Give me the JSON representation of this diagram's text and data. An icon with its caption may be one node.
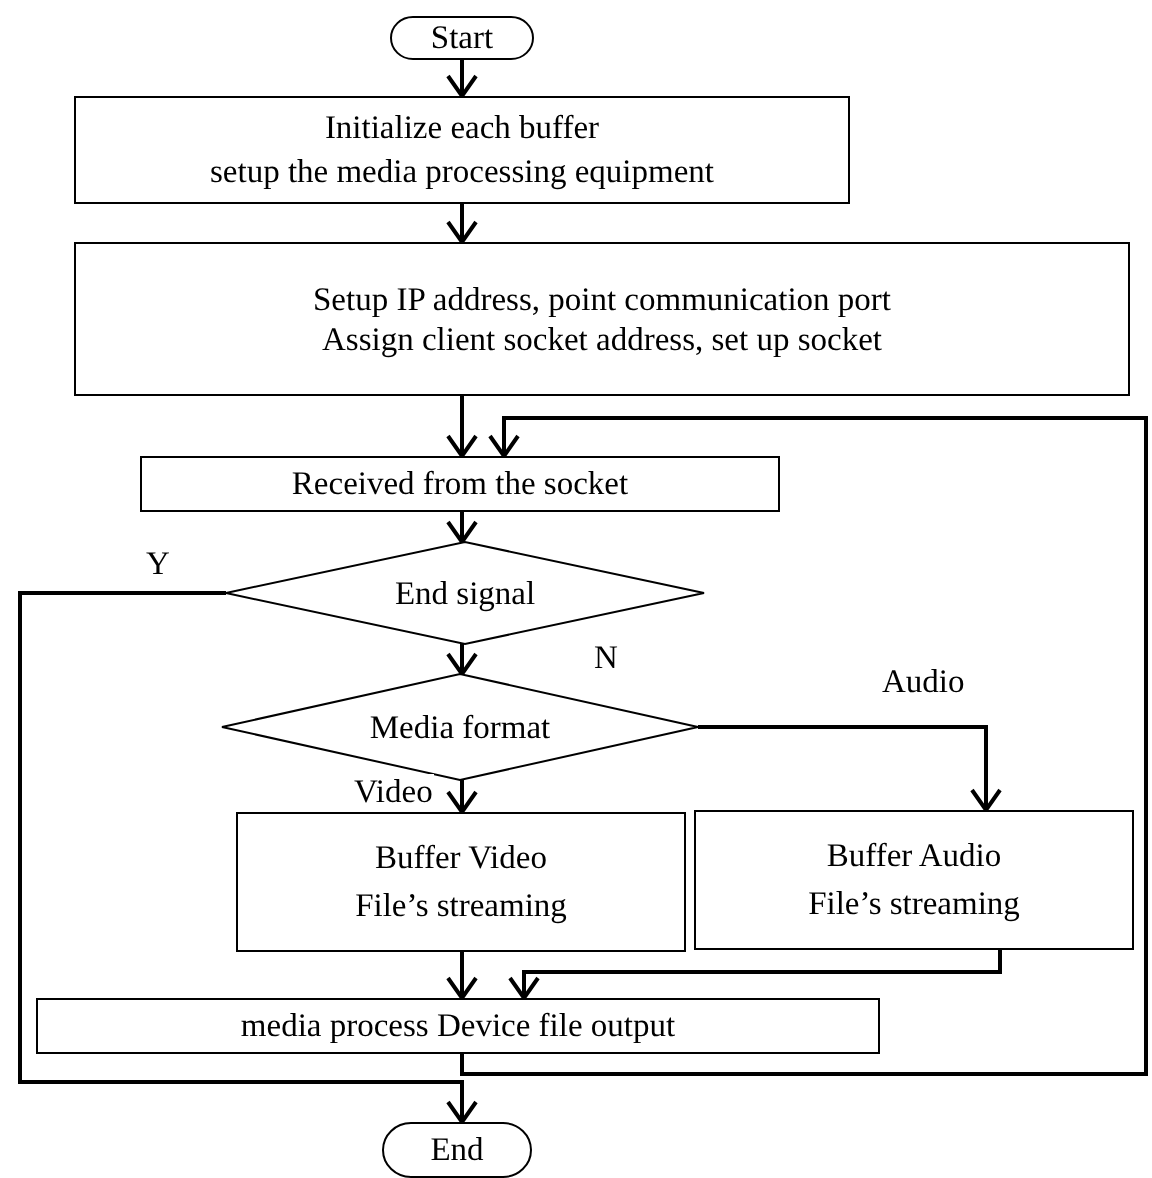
{
  "diagram": {
    "nodes": [
      {
        "text": [
          "Start"
        ]
      },
      {
        "text": [
          "Initialize each buffer",
          "setup  the media processing equipment"
        ]
      },
      {
        "text": [
          "Setup IP address, point communication port",
          "Assign client socket address, set up socket"
        ]
      },
      {
        "text": [
          "Received from the socket"
        ]
      },
      {
        "text": [
          "End signal"
        ]
      },
      {
        "text": [
          "Media format"
        ]
      },
      {
        "text": [
          "Buffer Video",
          "File’s streaming"
        ]
      },
      {
        "text": [
          "Buffer Audio",
          "File’s streaming"
        ]
      },
      {
        "text": [
          "media process Device file output"
        ]
      },
      {
        "text": [
          "End"
        ]
      }
    ],
    "edges": [
      {
        "from": 0,
        "to": 1,
        "arrow": "to"
      },
      {
        "from": 1,
        "to": 2,
        "arrow": "to"
      },
      {
        "from": 2,
        "to": 3,
        "arrow": "to"
      },
      {
        "from": 3,
        "to": 4,
        "arrow": "to"
      },
      {
        "from": 4,
        "to": 5,
        "arrow": "to",
        "label": "N"
      },
      {
        "from": 4,
        "to": 9,
        "arrow": "to",
        "label": "Y"
      },
      {
        "from": 5,
        "to": 6,
        "arrow": "to",
        "label": "Video"
      },
      {
        "from": 5,
        "to": 7,
        "arrow": "to",
        "label": "Audio"
      },
      {
        "from": 6,
        "to": 8,
        "arrow": "to"
      },
      {
        "from": 7,
        "to": 8,
        "arrow": "to"
      },
      {
        "from": 8,
        "to": 3,
        "arrow": "to"
      }
    ]
  }
}
